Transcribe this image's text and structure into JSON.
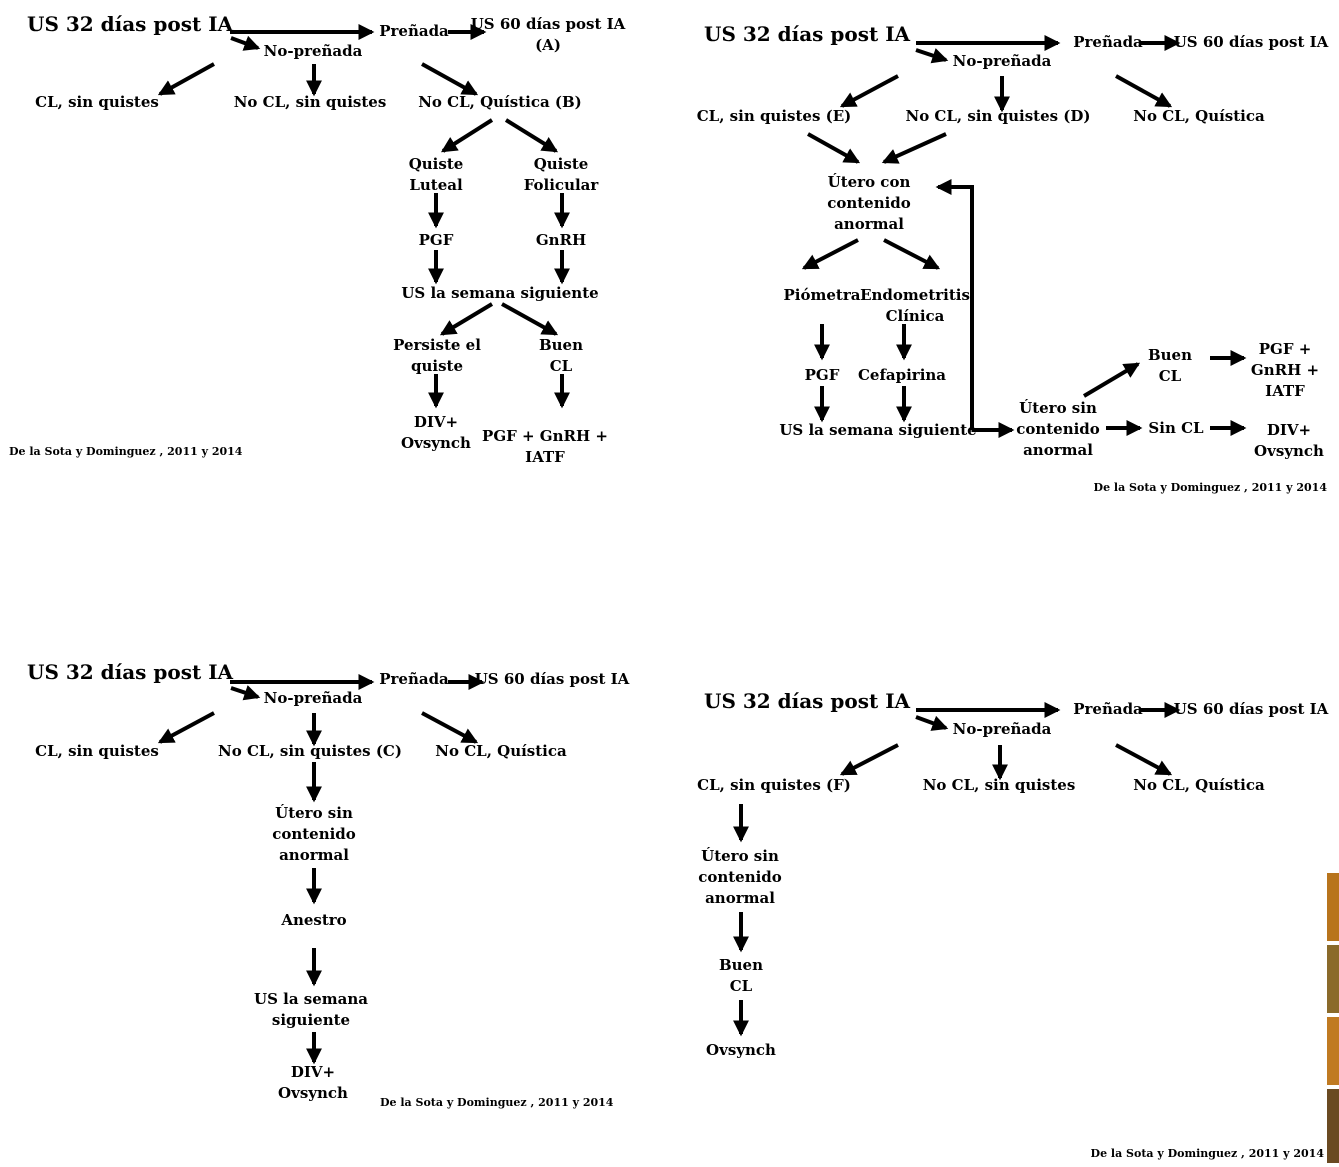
{
  "panels": [
    {
      "id": "A",
      "title": "US 32 días post IA",
      "nodes": {
        "prenada": "Preñada",
        "us60": "US 60 días post IA\n(A)",
        "no_prenada": "No-preñada",
        "cl_sin": "CL, sin quistes",
        "nocl_sin": "No CL, sin quistes",
        "nocl_quist": "No CL, Quística (B)",
        "quiste_luteal": "Quiste\nLuteal",
        "quiste_folicular": "Quiste\nFolicular",
        "pgf": "PGF",
        "gnrh": "GnRH",
        "us_semana": "US la semana siguiente",
        "persiste": "Persiste el\nquiste",
        "buen_cl": "Buen\nCL",
        "div": "DIV+\nOvsynch",
        "pgf_gnrh": "PGF + GnRH +\nIATF"
      },
      "citation": "De la Sota y Dominguez , 2011 y 2014"
    },
    {
      "id": "B",
      "title": "US 32 días post IA",
      "nodes": {
        "prenada": "Preñada",
        "us60": "US 60 días post IA",
        "no_prenada": "No-preñada",
        "cl_sin": "CL, sin quistes (E)",
        "nocl_sin": "No CL, sin quistes (D)",
        "nocl_quist": "No CL, Quística",
        "utero_con": "Útero con\ncontenido\nanormal",
        "piometra": "Piómetra",
        "endometritis": "Endometritis\nClínica",
        "pgf": "PGF",
        "cefapirina": "Cefapirina",
        "us_semana": "US la semana siguiente",
        "utero_sin": "Útero sin\ncontenido\nanormal",
        "buen_cl": "Buen\nCL",
        "sin_cl": "Sin CL",
        "pgf_gnrh": "PGF +\nGnRH +\nIATF",
        "div": "DIV+\nOvsynch"
      },
      "citation": "De la Sota y Dominguez , 2011 y 2014"
    },
    {
      "id": "C",
      "title": "US 32 días post IA",
      "nodes": {
        "prenada": "Preñada",
        "us60": "US 60 días post IA",
        "no_prenada": "No-preñada",
        "cl_sin": "CL, sin quistes",
        "nocl_sin": "No CL, sin quistes (C)",
        "nocl_quist": "No CL, Quística",
        "utero_sin": "Útero sin\ncontenido\nanormal",
        "anestro": "Anestro",
        "us_semana": "US la semana\nsiguiente",
        "div": "DIV+\nOvsynch"
      },
      "citation": "De la Sota y Dominguez , 2011 y 2014"
    },
    {
      "id": "D",
      "title": "US 32 días post IA",
      "nodes": {
        "prenada": "Preñada",
        "us60": "US 60 días post IA",
        "no_prenada": "No-preñada",
        "cl_sin": "CL, sin quistes (F)",
        "nocl_sin": "No CL, sin quistes",
        "nocl_quist": "No CL, Quística",
        "utero_sin": "Útero sin\ncontenido\nanormal",
        "buen_cl": "Buen\nCL",
        "ovsynch": "Ovsynch"
      },
      "citation": "De la Sota y Dominguez , 2011 y 2014"
    }
  ],
  "colors": {
    "ink": "#000000",
    "background": "#ffffff"
  },
  "photo_strip_tiles": [
    "#b8741c",
    "#8a6a2a",
    "#c07a22",
    "#6a4a22"
  ]
}
